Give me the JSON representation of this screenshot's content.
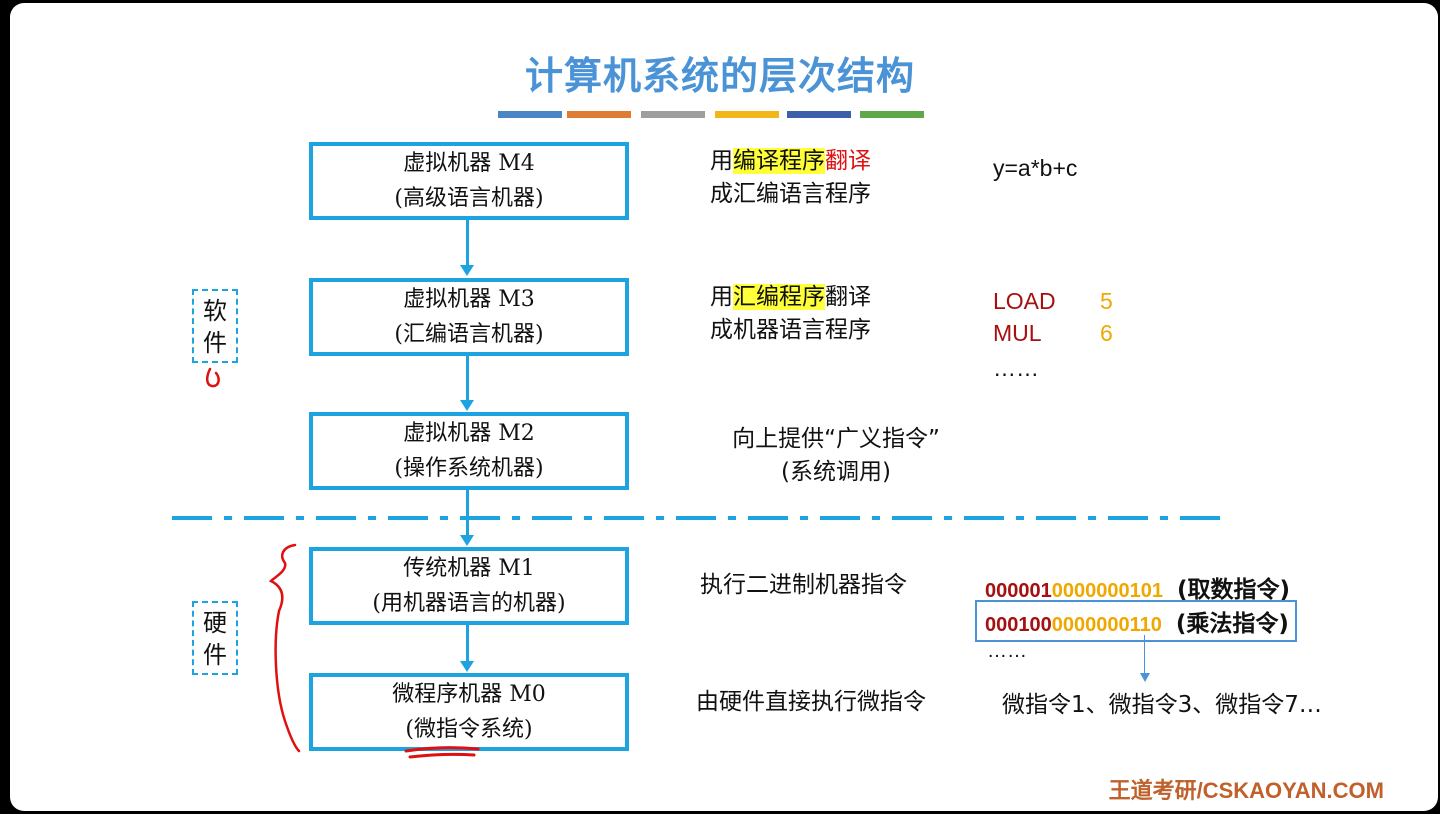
{
  "title": "计算机系统的层次结构",
  "palette": [
    "#4a86c5",
    "#e07b36",
    "#9e9e9e",
    "#f2b619",
    "#3d60ad",
    "#5ea84a"
  ],
  "boxes": [
    {
      "line1": "虚拟机器 M4",
      "line2": "(高级语言机器)"
    },
    {
      "line1": "虚拟机器 M3",
      "line2": "(汇编语言机器)"
    },
    {
      "line1": "虚拟机器 M2",
      "line2": "(操作系统机器)"
    },
    {
      "line1": "传统机器 M1",
      "line2": "(用机器语言的机器)"
    },
    {
      "line1": "微程序机器 M0",
      "line2": "(微指令系统)"
    }
  ],
  "desc": {
    "m4_a": "用",
    "m4_b": "编译程序",
    "m4_c": "翻译",
    "m4_line2": "成汇编语言程序",
    "m3_a": "用",
    "m3_b": "汇编程序",
    "m3_c": "翻译",
    "m3_line2": "成机器语言程序",
    "m2_line1": "向上提供“广义指令”",
    "m2_line2": "(系统调用)",
    "m1": "执行二进制机器指令",
    "m0": "由硬件直接执行微指令"
  },
  "code": {
    "expr": "y=a*b+c",
    "op1": "LOAD",
    "arg1": "5",
    "op2": "MUL",
    "arg2": "6",
    "ellipsis": "……"
  },
  "binary": [
    {
      "opcode": "000001",
      "addr": "0000000101",
      "note": "(取数指令)"
    },
    {
      "opcode": "000100",
      "addr": "0000000110",
      "note": "(乘法指令)"
    }
  ],
  "binary_ellipsis": "……",
  "micro": "微指令1、微指令3、微指令7…",
  "labels": {
    "software": "软件",
    "hardware": "硬件"
  },
  "watermark": "王道考研/CSKAOYAN.COM"
}
